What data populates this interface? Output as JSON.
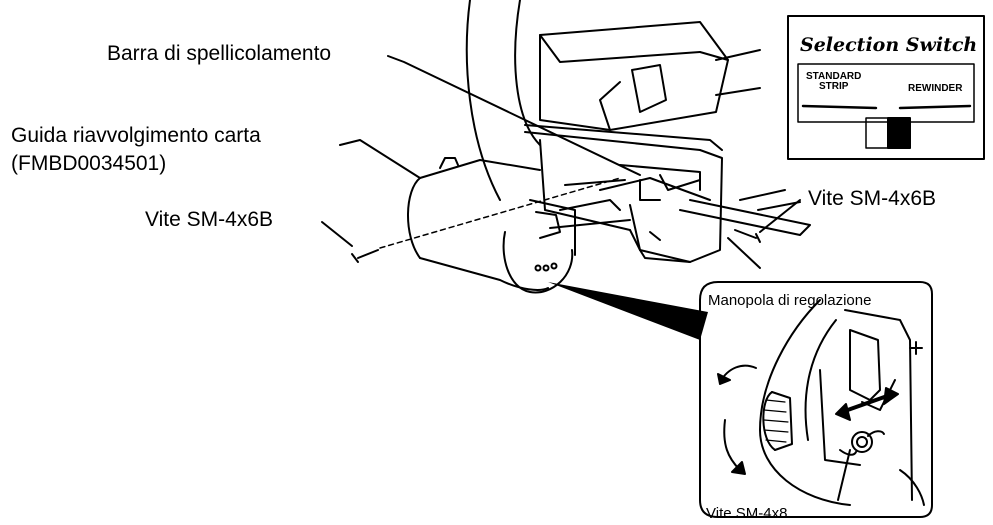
{
  "callouts": {
    "peel_bar": "Barra di spellicolamento",
    "guide_line1": "Guida riavvolgimento carta",
    "guide_line2": "(FMBD0034501)",
    "screw_left": "Vite SM-4x6B",
    "screw_right": "Vite SM-4x6B",
    "adjust_knob": "Manopola di regolazione",
    "screw_small": "Vite SM-4x8"
  },
  "selection_switch": {
    "title": "Selection Switch",
    "left_label_line1": "STANDARD",
    "left_label_line2": "STRIP",
    "right_label": "REWINDER"
  },
  "colors": {
    "ink": "#000000",
    "paper": "#ffffff"
  }
}
